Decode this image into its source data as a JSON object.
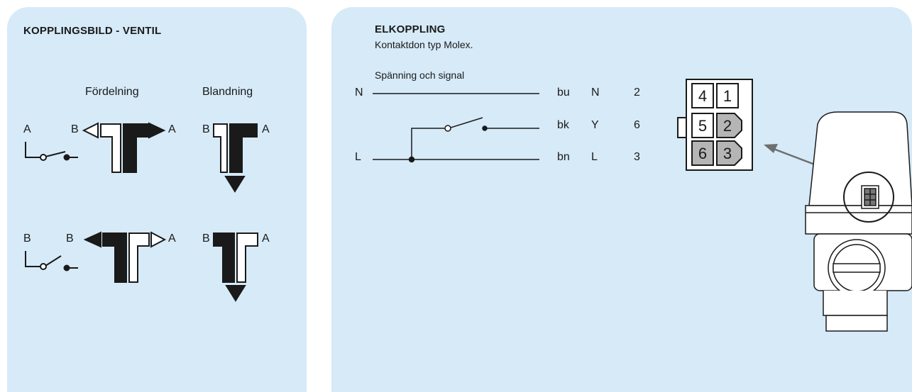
{
  "left": {
    "title": "KOPPLINGSBILD - VENTIL",
    "col_fordelning": "Fördelning",
    "col_blandning": "Blandning",
    "row1": {
      "switch_label": "A",
      "ford_left": "B",
      "ford_right": "A",
      "bland_left": "B",
      "bland_right": "A"
    },
    "row2": {
      "switch_label": "B",
      "ford_left": "B",
      "ford_right": "A",
      "bland_left": "B",
      "bland_right": "A"
    }
  },
  "right": {
    "title": "ELKOPPLING",
    "subtitle": "Kontaktdon typ Molex.",
    "signal_label": "Spänning och signal",
    "line_n": "N",
    "line_l": "L",
    "wires": [
      {
        "color": "bu",
        "signal": "N",
        "pin": "2"
      },
      {
        "color": "bk",
        "signal": "Y",
        "pin": "6"
      },
      {
        "color": "bn",
        "signal": "L",
        "pin": "3"
      }
    ],
    "connector_pins": [
      "4",
      "1",
      "5",
      "2",
      "6",
      "3"
    ]
  },
  "colors": {
    "panel": "#d6eaf8",
    "ink": "#1a1a1a",
    "pin_shaded": "#b5b5b5",
    "arrow": "#6e6e6e"
  }
}
